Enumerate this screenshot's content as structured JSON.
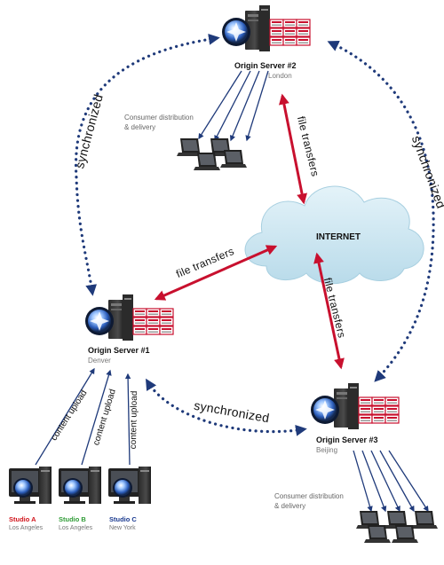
{
  "servers": [
    {
      "title": "Origin Server #2",
      "city": "London"
    },
    {
      "title": "Origin Server #1",
      "city": "Denver"
    },
    {
      "title": "Origin Server #3",
      "city": "Beijing"
    }
  ],
  "internet_label": "INTERNET",
  "sync_label": "synchronized",
  "file_transfers_label": "file transfers",
  "content_upload_label": "content upload",
  "distribution": [
    "Consumer distribution",
    "& delivery"
  ],
  "studios": [
    {
      "name": "Studio A",
      "city": "Los Angeles",
      "color": "#d1141b"
    },
    {
      "name": "Studio B",
      "city": "Los Angeles",
      "color": "#2e9b35"
    },
    {
      "name": "Studio C",
      "city": "New York",
      "color": "#1a3a8f"
    }
  ],
  "colors": {
    "arrow_red": "#c8102e",
    "arrow_blue": "#1f3a7a",
    "cloud": "#cfe8f2"
  }
}
